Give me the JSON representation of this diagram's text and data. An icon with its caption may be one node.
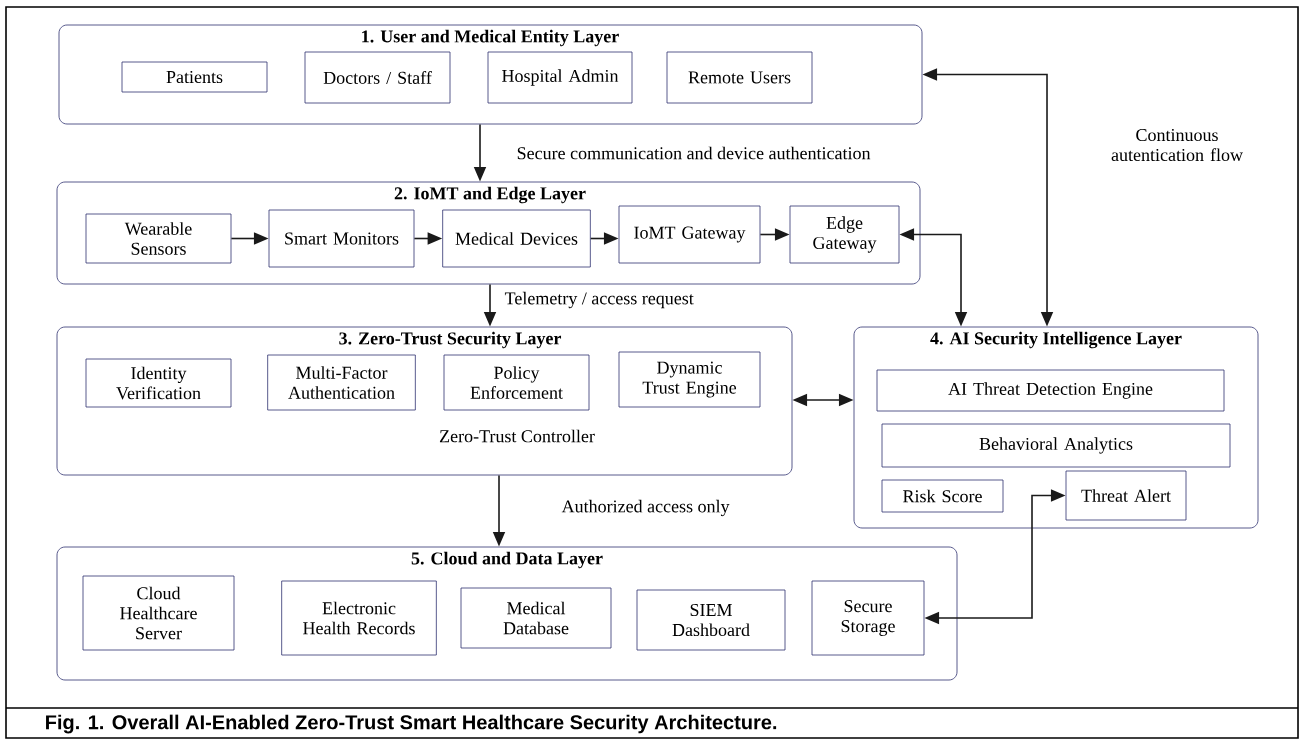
{
  "diagram": {
    "caption": "Fig. 1. Overall AI-Enabled Zero-Trust Smart Healthcare Security Architecture.",
    "nodes": [
      {
        "text": [
          "1. User and Medical Entity Layer"
        ]
      },
      {
        "text": [
          "Patients"
        ],
        "in": 0
      },
      {
        "text": [
          "Doctors / Staff"
        ],
        "in": 0
      },
      {
        "text": [
          "Hospital Admin"
        ],
        "in": 0
      },
      {
        "text": [
          "Remote Users"
        ],
        "in": 0
      },
      {
        "text": [
          "2. IoMT and Edge Layer"
        ]
      },
      {
        "text": [
          "Wearable Sensors"
        ],
        "in": 5
      },
      {
        "text": [
          "Smart Monitors"
        ],
        "in": 5
      },
      {
        "text": [
          "Medical Devices"
        ],
        "in": 5
      },
      {
        "text": [
          "IoMT Gateway"
        ],
        "in": 5
      },
      {
        "text": [
          "Edge Gateway"
        ],
        "in": 5
      },
      {
        "text": [
          "3. Zero-Trust Security Layer",
          "Zero-Trust Controller"
        ]
      },
      {
        "text": [
          "Identity Verification"
        ],
        "in": 11
      },
      {
        "text": [
          "Multi-Factor Authentication"
        ],
        "in": 11
      },
      {
        "text": [
          "Policy Enforcement"
        ],
        "in": 11
      },
      {
        "text": [
          "Dynamic Trust Engine"
        ],
        "in": 11
      },
      {
        "text": [
          "4. AI Security Intelligence Layer"
        ]
      },
      {
        "text": [
          "AI Threat Detection Engine"
        ],
        "in": 16
      },
      {
        "text": [
          "Behavioral Analytics"
        ],
        "in": 16
      },
      {
        "text": [
          "Risk Score"
        ],
        "in": 16
      },
      {
        "text": [
          "Threat Alert"
        ],
        "in": 16
      },
      {
        "text": [
          "5. Cloud and Data Layer"
        ]
      },
      {
        "text": [
          "Cloud Healthcare Server"
        ],
        "in": 21
      },
      {
        "text": [
          "Electronic Health Records"
        ],
        "in": 21
      },
      {
        "text": [
          "Medical Database"
        ],
        "in": 21
      },
      {
        "text": [
          "SIEM Dashboard"
        ],
        "in": 21
      },
      {
        "text": [
          "Secure Storage"
        ],
        "in": 21
      }
    ],
    "edges": [
      {
        "from": 0,
        "to": 5,
        "arrow": "to",
        "label": "Secure communication and device authentication"
      },
      {
        "from": 6,
        "to": 7,
        "arrow": "to"
      },
      {
        "from": 7,
        "to": 8,
        "arrow": "to"
      },
      {
        "from": 8,
        "to": 9,
        "arrow": "to"
      },
      {
        "from": 9,
        "to": 10,
        "arrow": "to"
      },
      {
        "from": 5,
        "to": 11,
        "arrow": "to",
        "label": "Telemetry / access request"
      },
      {
        "from": 10,
        "to": 16,
        "arrow": "both"
      },
      {
        "from": 0,
        "to": 16,
        "arrow": "both",
        "label": "Continuous autentication flow"
      },
      {
        "from": 11,
        "to": 16,
        "arrow": "both"
      },
      {
        "from": 11,
        "to": 21,
        "arrow": "to",
        "label": "Authorized access only"
      },
      {
        "from": 26,
        "to": 20,
        "arrow": "both"
      }
    ]
  }
}
